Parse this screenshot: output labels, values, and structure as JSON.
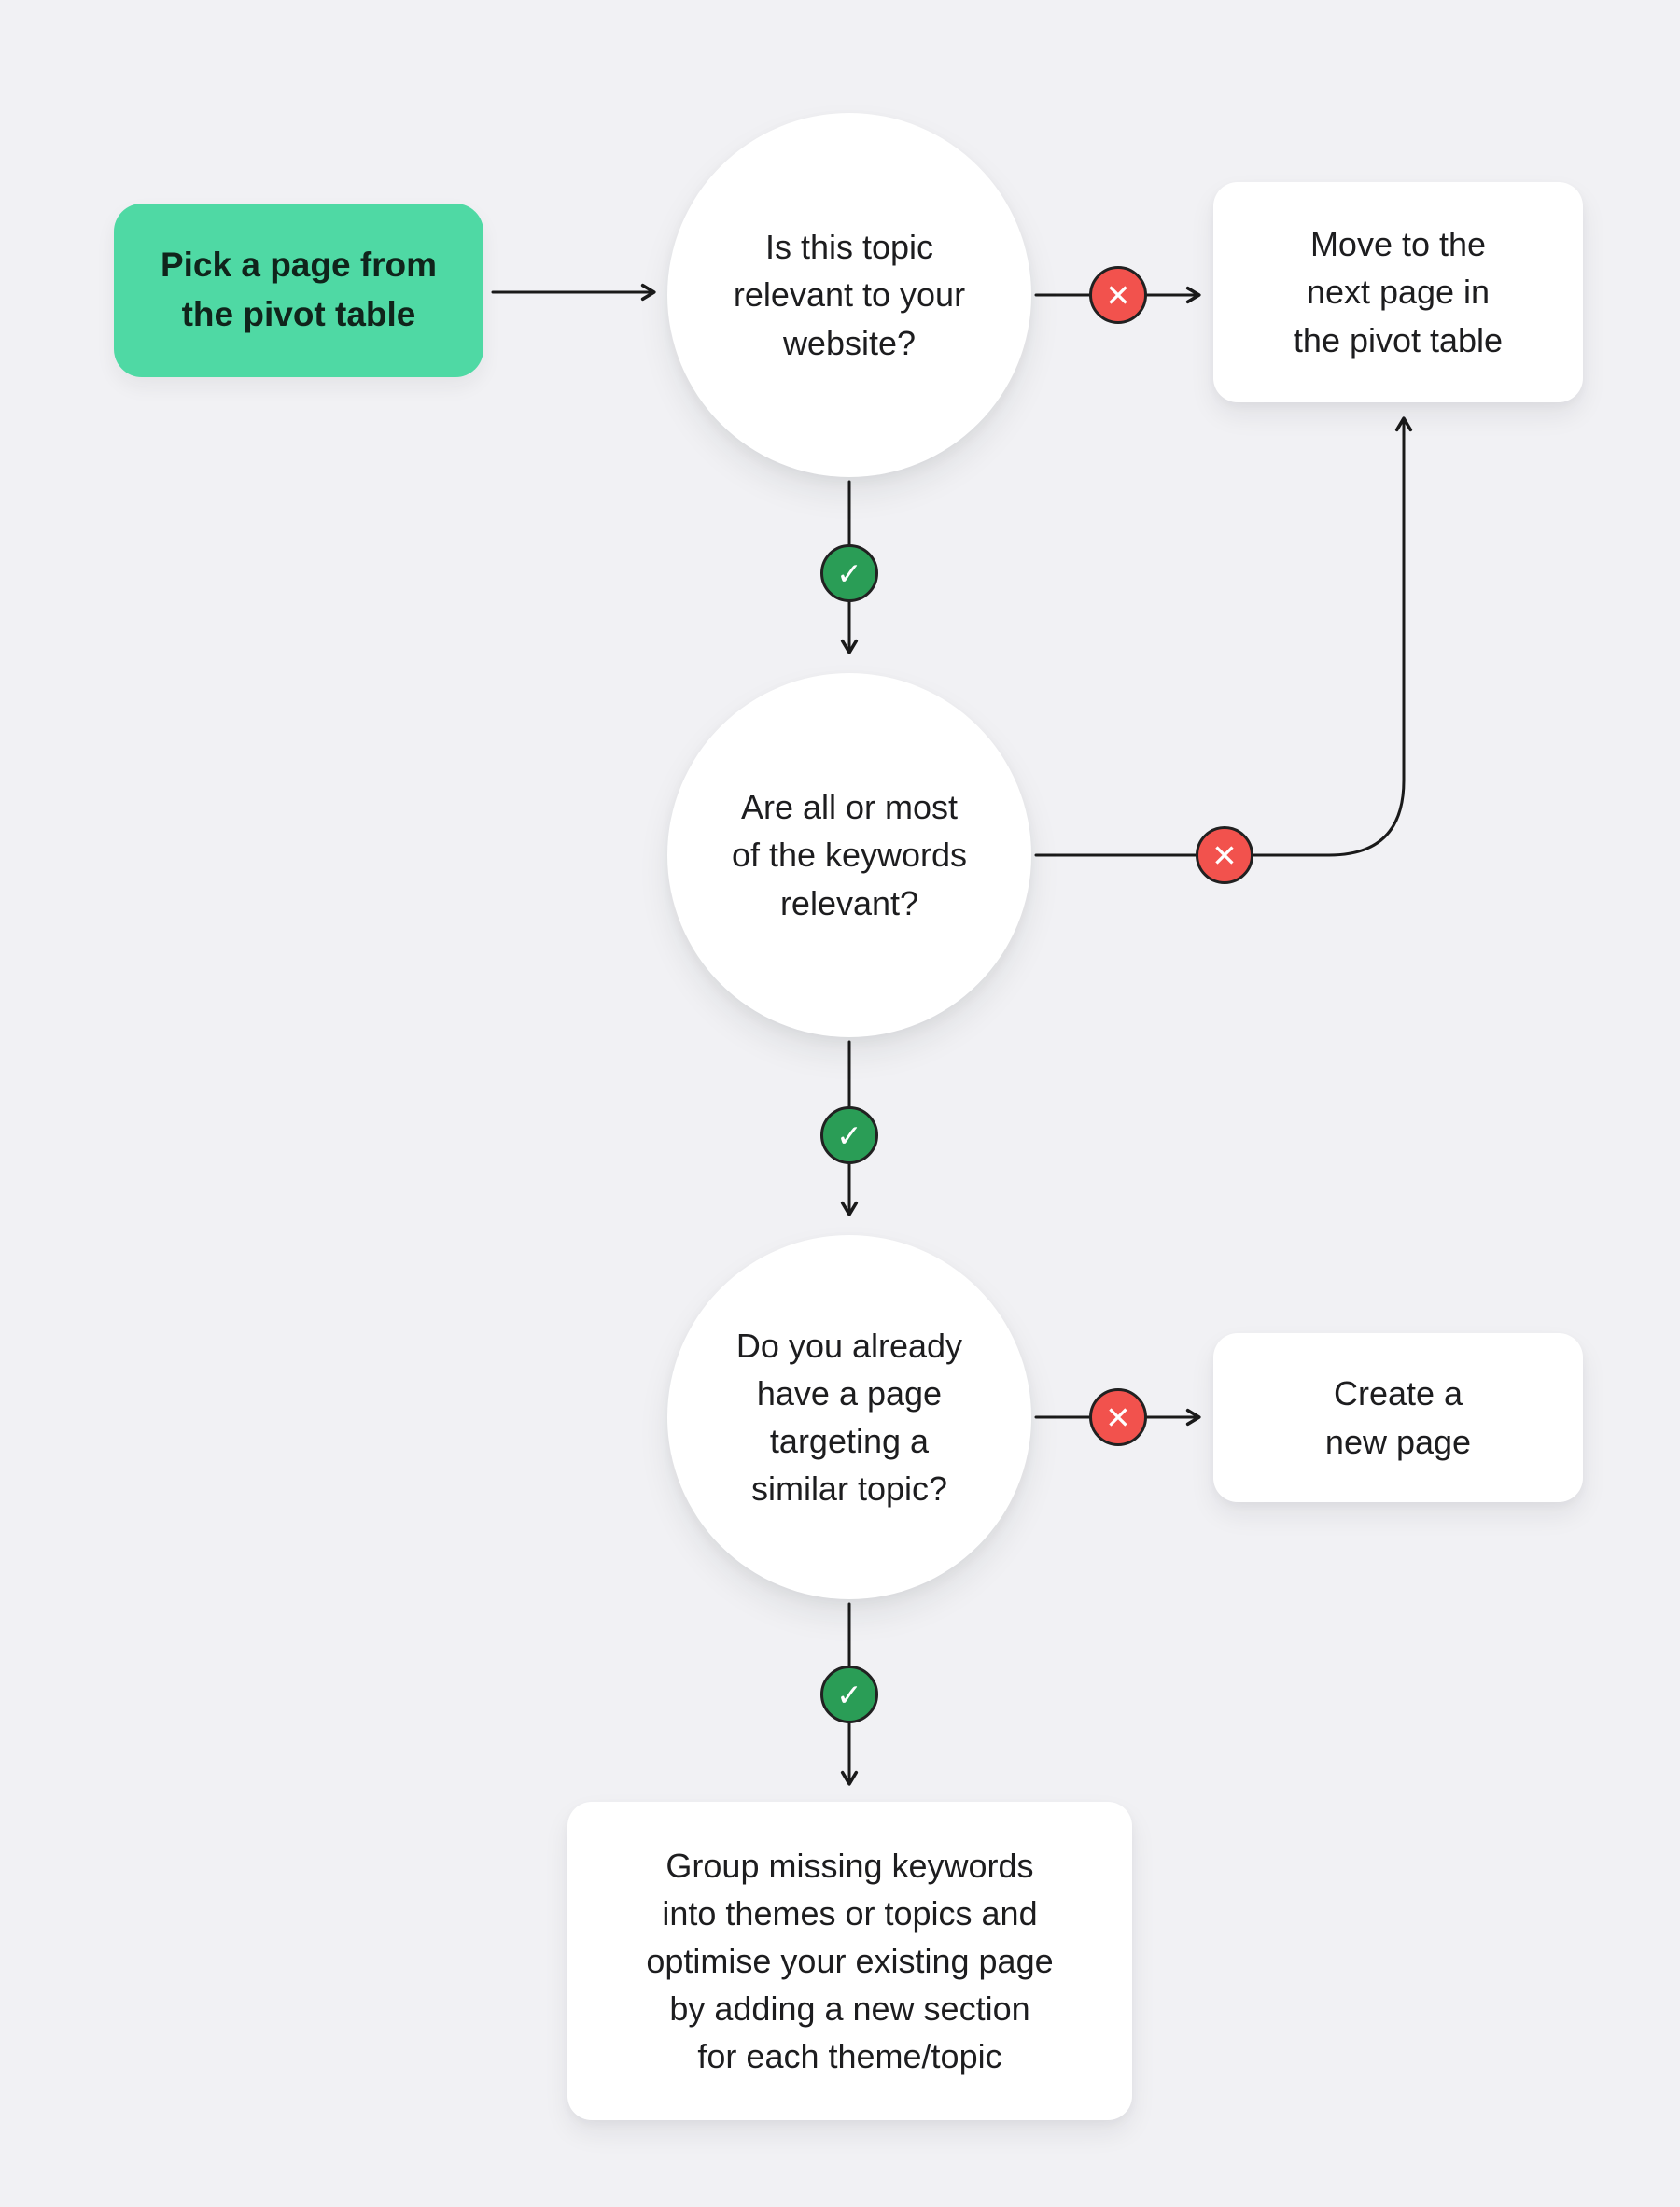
{
  "colors": {
    "background": "#f1f1f4",
    "start_fill": "#4fd9a4",
    "node_fill": "#ffffff",
    "text": "#1d1d1f",
    "line": "#1a1a1a",
    "yes_fill": "#2a9d56",
    "no_fill": "#f2524d",
    "badge_border": "#212121",
    "badge_glyph": "#ffffff"
  },
  "nodes": {
    "start": {
      "label": "Pick a page from\nthe pivot table"
    },
    "q_topic": {
      "label": "Is this topic\nrelevant to your\nwebsite?"
    },
    "q_keywords": {
      "label": "Are all or most\nof the keywords\nrelevant?"
    },
    "q_existing": {
      "label": "Do you already\nhave a page\ntargeting a\nsimilar topic?"
    },
    "move_next": {
      "label": "Move to the\nnext page in\nthe pivot table"
    },
    "create_page": {
      "label": "Create a\nnew page"
    },
    "group_optimise": {
      "label": "Group missing keywords\ninto themes or topics and\noptimise your existing page\nby adding a new section\nfor each theme/topic"
    }
  },
  "badges": {
    "yes": "✓",
    "no": "✕"
  }
}
